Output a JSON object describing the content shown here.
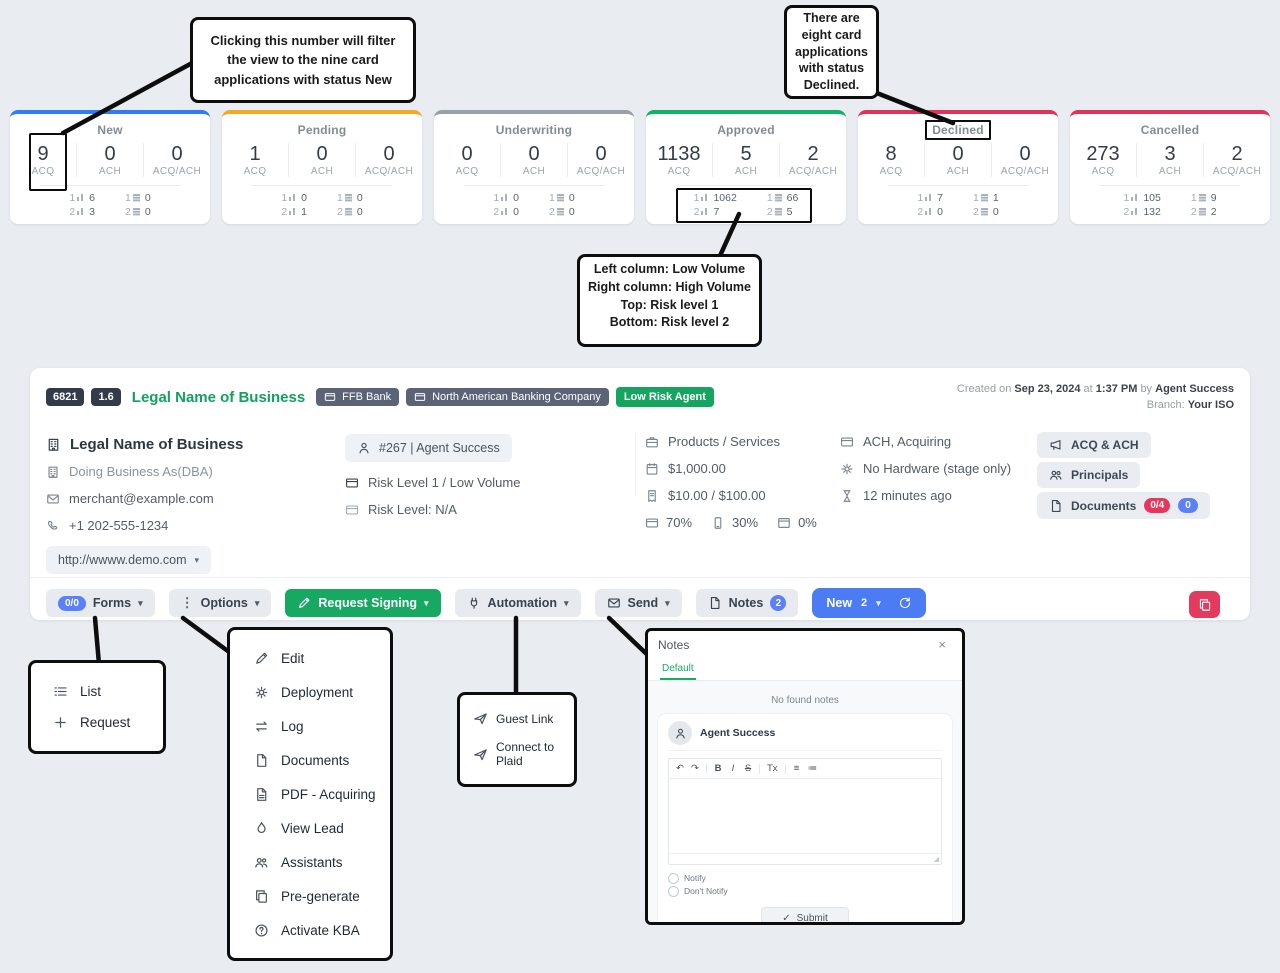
{
  "status_labels": {
    "acq": "ACQ",
    "ach": "ACH",
    "acq_ach": "ACQ/ACH",
    "row1": "1",
    "row2": "2"
  },
  "status_cards": [
    {
      "title": "New",
      "accent": "#2e7cf6",
      "acq": "9",
      "ach": "0",
      "acq_ach": "0",
      "r1_low": "6",
      "r1_high": "0",
      "r2_low": "3",
      "r2_high": "0"
    },
    {
      "title": "Pending",
      "accent": "#f6a822",
      "acq": "1",
      "ach": "0",
      "acq_ach": "0",
      "r1_low": "0",
      "r1_high": "0",
      "r2_low": "1",
      "r2_high": "0"
    },
    {
      "title": "Underwriting",
      "accent": "#97a1aa",
      "acq": "0",
      "ach": "0",
      "acq_ach": "0",
      "r1_low": "0",
      "r1_high": "0",
      "r2_low": "0",
      "r2_high": "0"
    },
    {
      "title": "Approved",
      "accent": "#10b265",
      "acq": "1138",
      "ach": "5",
      "acq_ach": "2",
      "r1_low": "1062",
      "r1_high": "66",
      "r2_low": "7",
      "r2_high": "5"
    },
    {
      "title": "Declined",
      "accent": "#e23356",
      "acq": "8",
      "ach": "0",
      "acq_ach": "0",
      "r1_low": "7",
      "r1_high": "1",
      "r2_low": "0",
      "r2_high": "0"
    },
    {
      "title": "Cancelled",
      "accent": "#e23356",
      "acq": "273",
      "ach": "3",
      "acq_ach": "2",
      "r1_low": "105",
      "r1_high": "9",
      "r2_low": "132",
      "r2_high": "2"
    }
  ],
  "callouts": {
    "new_filter": "Clicking this number will filter the view to the nine card applications with status New",
    "declined": "There are eight card applications with status Declined.",
    "volume": [
      "Left column: Low Volume",
      "Right column: High Volume",
      "Top: Risk level 1",
      "Bottom: Risk level 2"
    ]
  },
  "merchant": {
    "id": "6821",
    "version": "1.6",
    "title": "Legal Name of Business",
    "bank1": "FFB Bank",
    "bank2": "North American Banking Company",
    "risk_badge": "Low Risk Agent",
    "created": {
      "prefix": "Created on",
      "date": "Sep 23, 2024",
      "at": "at",
      "time": "1:37 PM",
      "by": "by",
      "agent": "Agent Success",
      "branch_label": "Branch:",
      "branch": "Your ISO"
    },
    "legal_name": "Legal Name of Business",
    "dba": "Doing Business As(DBA)",
    "email": "merchant@example.com",
    "phone": "+1 202-555-1234",
    "website": "http://wwww.demo.com",
    "agent_ref": "#267 | Agent Success",
    "risk_line1": "Risk Level 1 / Low Volume",
    "risk_line2": "Risk Level: N/A",
    "products": "Products / Services",
    "budget": "$1,000.00",
    "fees": "$10.00 / $100.00",
    "pct_card": "70%",
    "pct_mobile": "30%",
    "pct_web": "0%",
    "services": "ACH, Acquiring",
    "hardware": "No Hardware (stage only)",
    "updated": "12 minutes ago",
    "btn_acq_ach": "ACQ & ACH",
    "btn_principals": "Principals",
    "btn_documents": "Documents",
    "doc_progress": "0/4",
    "doc_count": "0"
  },
  "toolbar": {
    "forms_badge": "0/0",
    "forms": "Forms",
    "options": "Options",
    "request_signing": "Request Signing",
    "automation": "Automation",
    "send": "Send",
    "notes": "Notes",
    "notes_count": "2",
    "new": "New",
    "new_count": "2"
  },
  "forms_menu": [
    "List",
    "Request"
  ],
  "options_menu": [
    "Edit",
    "Deployment",
    "Log",
    "Documents",
    "PDF - Acquiring",
    "View Lead",
    "Assistants",
    "Pre-generate",
    "Activate KBA"
  ],
  "send_menu": [
    "Guest Link",
    "Connect to Plaid"
  ],
  "notes_modal": {
    "title": "Notes",
    "close": "×",
    "tab": "Default",
    "empty": "No found notes",
    "author": "Agent Success",
    "editor_tools": [
      "↶",
      "↷",
      "B",
      "I",
      "S",
      "Tx",
      "≡",
      "≔"
    ],
    "notify": "Notify",
    "dont_notify": "Don't Notify",
    "submit": "Submit"
  },
  "icons_text": {
    "caret": "▾",
    "dots": "⋮",
    "check": "✓"
  },
  "colors": {
    "accent_blue": "#4c7cf3",
    "green": "#17a862",
    "red": "#e43a5e",
    "badge_blue": "#5b80f7",
    "badge_red": "#e6365c"
  }
}
